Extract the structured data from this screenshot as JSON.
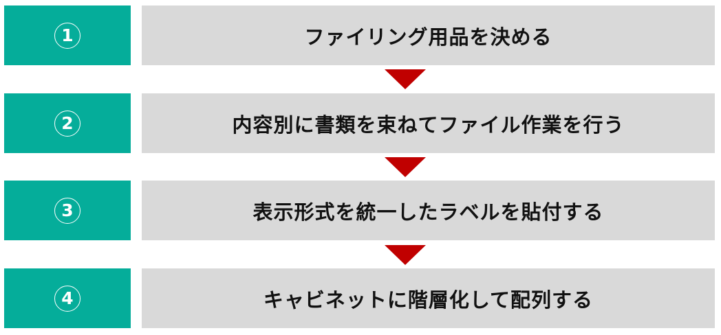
{
  "colors": {
    "number_box": "#05ad9a",
    "step_box": "#d9d9d9",
    "arrow": "#c00000"
  },
  "steps": [
    {
      "number": "1",
      "label": "ファイリング用品を決める"
    },
    {
      "number": "2",
      "label": "内容別に書類を束ねてファイル作業を行う"
    },
    {
      "number": "3",
      "label": "表示形式を統一したラベルを貼付する"
    },
    {
      "number": "4",
      "label": "キャビネットに階層化して配列する"
    }
  ],
  "arrows": [
    {
      "icon": "down-triangle-icon"
    },
    {
      "icon": "down-triangle-icon"
    },
    {
      "icon": "down-triangle-icon"
    }
  ]
}
